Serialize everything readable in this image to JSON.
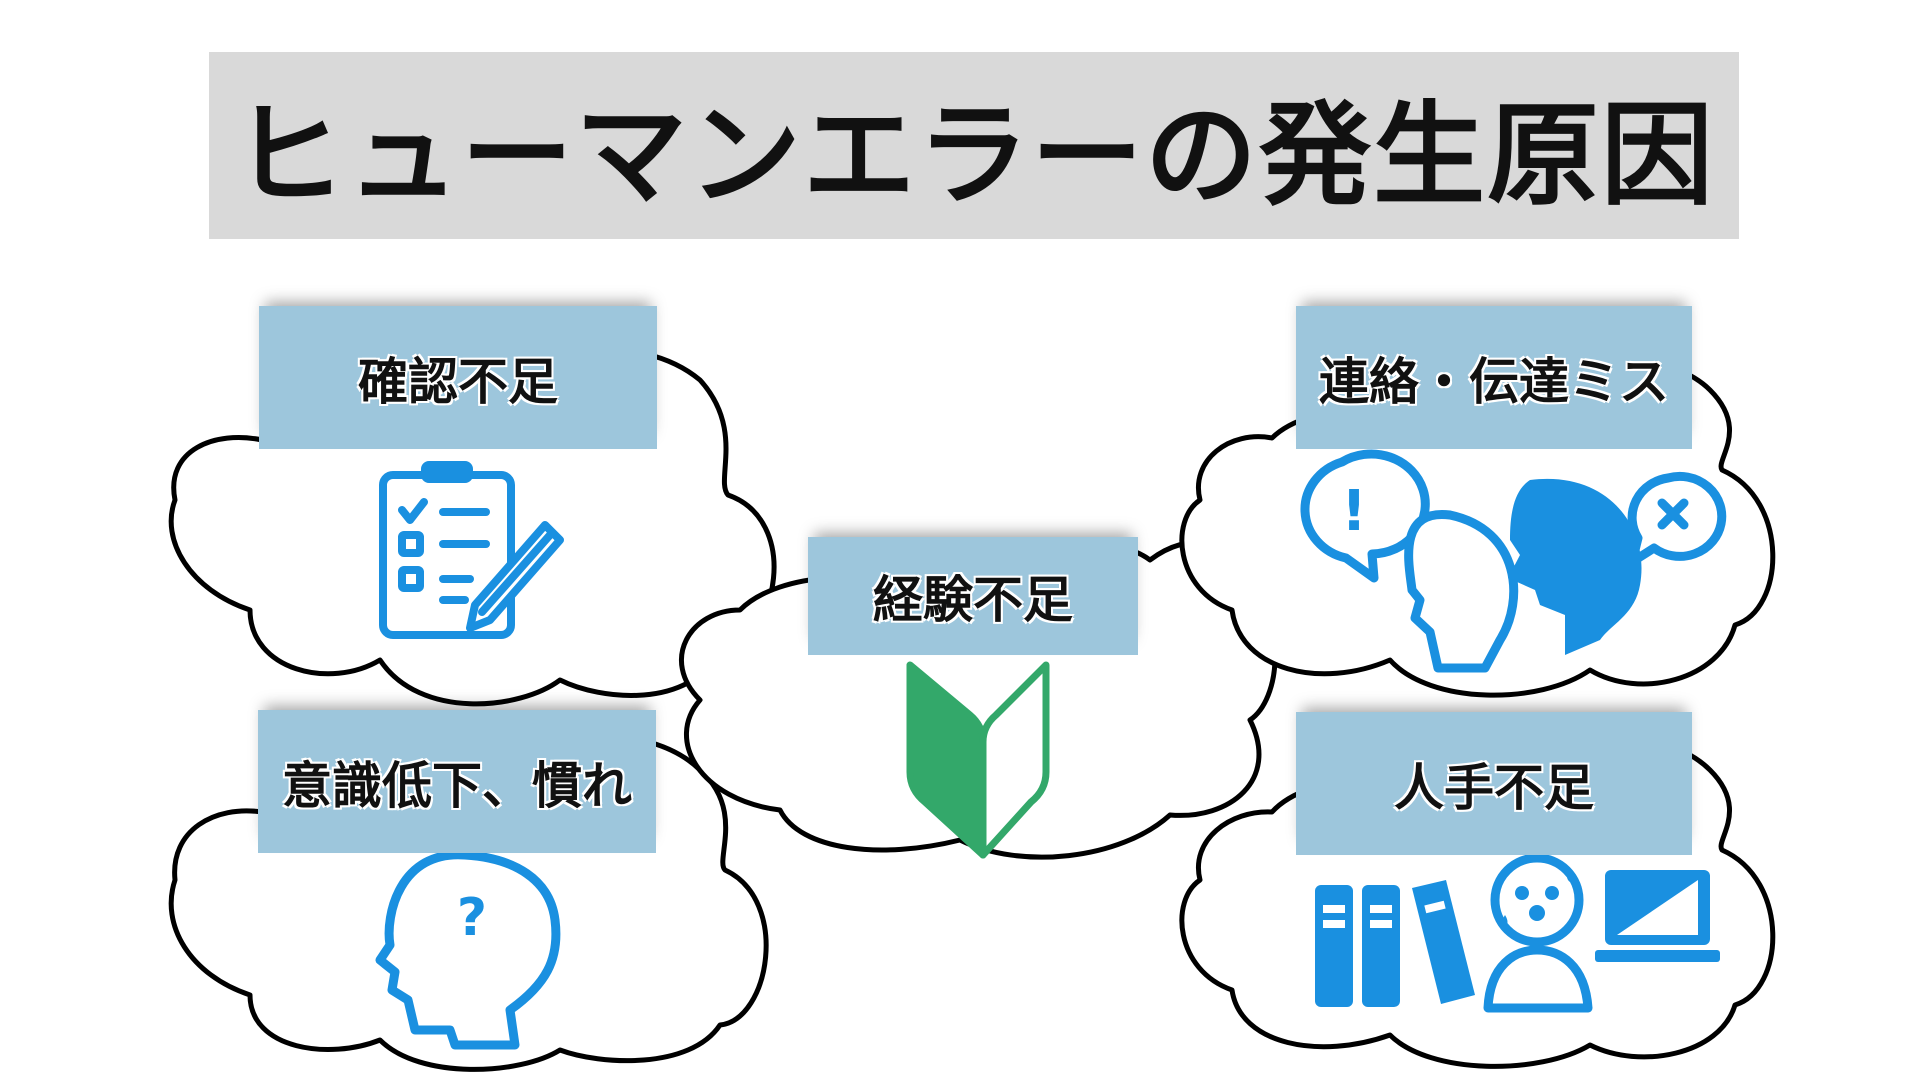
{
  "title": "ヒューマンエラーの発生原因",
  "causes": [
    {
      "label": "確認不足",
      "icon": "clipboard-checklist-icon"
    },
    {
      "label": "経験不足",
      "icon": "beginner-mark-icon"
    },
    {
      "label": "連絡・伝達ミス",
      "icon": "speaking-heads-icon"
    },
    {
      "label": "意識低下、慣れ",
      "icon": "head-question-icon"
    },
    {
      "label": "人手不足",
      "icon": "overworked-person-icon"
    }
  ],
  "icons": {
    "exclamation": "!",
    "question": "?"
  },
  "colors": {
    "title_bg": "#d9d9d9",
    "label_bg": "#9dc6dc",
    "icon_blue": "#1a90e0",
    "beginner_green": "#33a86a",
    "cloud_stroke": "#000000"
  }
}
